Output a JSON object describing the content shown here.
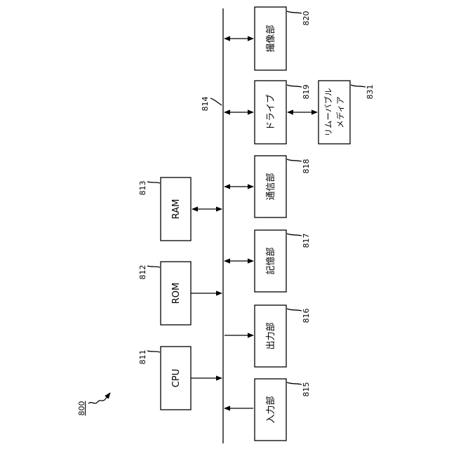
{
  "figure": {
    "number": "800",
    "bus_ref": "814",
    "left_blocks": [
      {
        "id": "cpu",
        "label": "CPU",
        "ref": "811"
      },
      {
        "id": "rom",
        "label": "ROM",
        "ref": "812"
      },
      {
        "id": "ram",
        "label": "RAM",
        "ref": "813"
      }
    ],
    "right_blocks": [
      {
        "id": "input",
        "label": "入力部",
        "ref": "815"
      },
      {
        "id": "output",
        "label": "出力部",
        "ref": "816"
      },
      {
        "id": "storage",
        "label": "記憶部",
        "ref": "817"
      },
      {
        "id": "comm",
        "label": "通信部",
        "ref": "818"
      },
      {
        "id": "drive",
        "label": "ドライブ",
        "ref": "819"
      },
      {
        "id": "imaging",
        "label": "撮像部",
        "ref": "820"
      }
    ],
    "media": {
      "line1": "リムーバブル",
      "line2": "メディア",
      "ref": "831"
    }
  }
}
